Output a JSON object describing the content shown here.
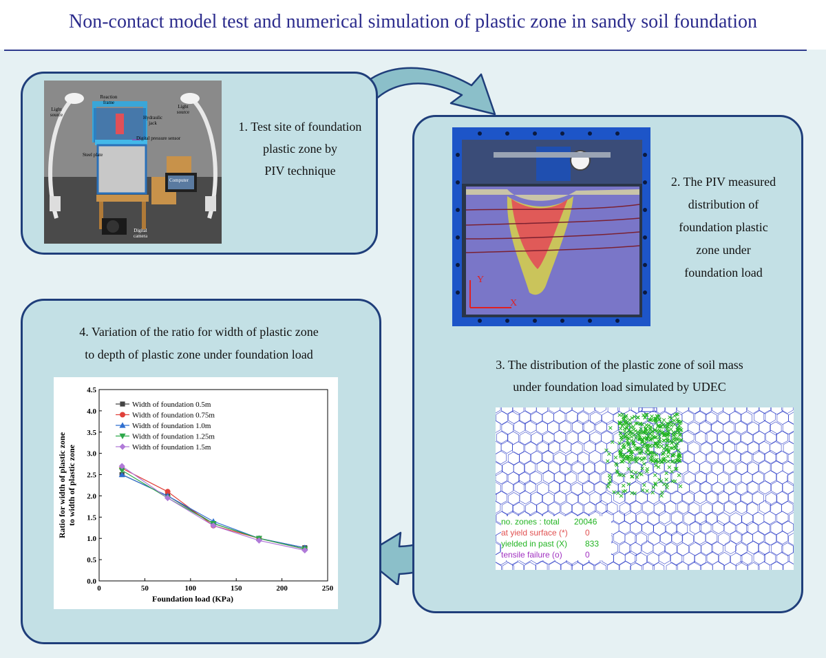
{
  "title": "Non-contact model test and numerical simulation of plastic zone in sandy soil foundation",
  "panel1": {
    "label_lines": [
      "1. Test site of foundation",
      "plastic zone by",
      "PIV technique"
    ],
    "photo_labels": {
      "reaction_frame": "Reaction frame",
      "light_source_left": "Light source",
      "light_source_right": "Light source",
      "hydraulic_jack": "Hydraulic jack",
      "pressure_sensor": "Digital pressure sensor",
      "steel_plate": "Steel plate",
      "computer": "Computer",
      "digital_camera": "Digital camera"
    }
  },
  "panel2": {
    "label_lines": [
      "2.  The PIV measured",
      "distribution of",
      "foundation plastic",
      "zone under",
      "foundation load"
    ],
    "axis_y": "Y",
    "axis_x": "X"
  },
  "panel3": {
    "label_lines": [
      "3.  The distribution of the plastic zone of soil mass",
      "under foundation load simulated by UDEC"
    ],
    "legend": [
      {
        "label": "no. zones : total",
        "value": "20046",
        "color": "#22b422"
      },
      {
        "label": "at yield surface (*)",
        "value": "0",
        "color": "#e05050"
      },
      {
        "label": "yielded in past  (X)",
        "value": "833",
        "color": "#22b422"
      },
      {
        "label": "tensile failure  (o)",
        "value": "0",
        "color": "#a030c0"
      }
    ]
  },
  "panel4": {
    "label_lines": [
      "4.  Variation of the ratio for width of plastic zone",
      "to depth of plastic zone under foundation load"
    ]
  },
  "chart_data": {
    "type": "line",
    "xlabel": "Foundation load  (KPa)",
    "ylabel_lines": [
      "Ratio for width of plastic zone",
      "to width of plastic zone"
    ],
    "xlim": [
      0,
      250
    ],
    "ylim": [
      0,
      4.5
    ],
    "xticks": [
      0,
      50,
      100,
      150,
      200,
      250
    ],
    "yticks": [
      0.0,
      0.5,
      1.0,
      1.5,
      2.0,
      2.5,
      3.0,
      3.5,
      4.0,
      4.5
    ],
    "legend_position": "top-left",
    "x": [
      25,
      75,
      125,
      175,
      225
    ],
    "series": [
      {
        "name": "Width of foundation 0.5m",
        "values": [
          2.5,
          2.0,
          1.35,
          1.0,
          0.78
        ],
        "color": "#444444",
        "marker": "square"
      },
      {
        "name": "Width of foundation 0.75m",
        "values": [
          2.65,
          2.1,
          1.3,
          1.0,
          0.75
        ],
        "color": "#e0403a",
        "marker": "circle"
      },
      {
        "name": "Width of foundation 1.0m",
        "values": [
          2.5,
          2.0,
          1.4,
          1.0,
          0.78
        ],
        "color": "#2f6fd0",
        "marker": "triangle"
      },
      {
        "name": "Width of foundation 1.25m",
        "values": [
          2.6,
          1.95,
          1.35,
          1.0,
          0.75
        ],
        "color": "#2ea84a",
        "marker": "triangle-down"
      },
      {
        "name": "Width of foundation 1.5m",
        "values": [
          2.7,
          1.95,
          1.3,
          0.95,
          0.72
        ],
        "color": "#b07ad8",
        "marker": "diamond"
      }
    ]
  },
  "colors": {
    "panel_fill": "#c3e0e5",
    "panel_border": "#1f3e7a",
    "title": "#2b2b8c",
    "arrow": "#8bbfc9"
  }
}
